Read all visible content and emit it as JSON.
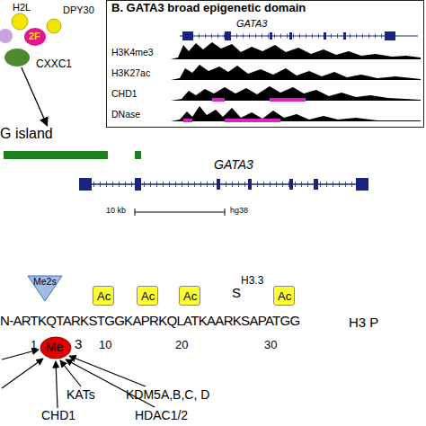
{
  "diagram": {
    "nodes": [
      {
        "text": [
          "2F"
        ]
      },
      {
        "text": [
          "CXXC1"
        ]
      },
      {
        "text": [
          "B. GATA3 broad epigenetic domain"
        ]
      },
      {
        "text": [
          "G island"
        ]
      },
      {
        "text": [
          "Me2s"
        ]
      },
      {
        "text": [
          "Ac"
        ]
      },
      {
        "text": [
          "Ac"
        ]
      },
      {
        "text": [
          "Ac"
        ]
      },
      {
        "text": [
          "Ac"
        ]
      },
      {
        "text": [
          "Me",
          "3"
        ]
      }
    ],
    "edges": [
      {
        "from": 1,
        "to": 3,
        "arrow": "to"
      }
    ],
    "labels": [
      "H2L",
      "DPY30",
      "GATA3",
      "H3K4me3",
      "H3K27ac",
      "CHD1",
      "DNase",
      "GATA3",
      "10 kb",
      "hg38",
      "N-ARTKQTARKSTGGKAPRKQLATKAARKSAPATGG",
      "1",
      "10",
      "20",
      "30",
      "S",
      "H3.3",
      "H3 P",
      "KATs",
      "CHD1",
      "KDM5A,B,C, D",
      "HDAC1/2"
    ]
  }
}
